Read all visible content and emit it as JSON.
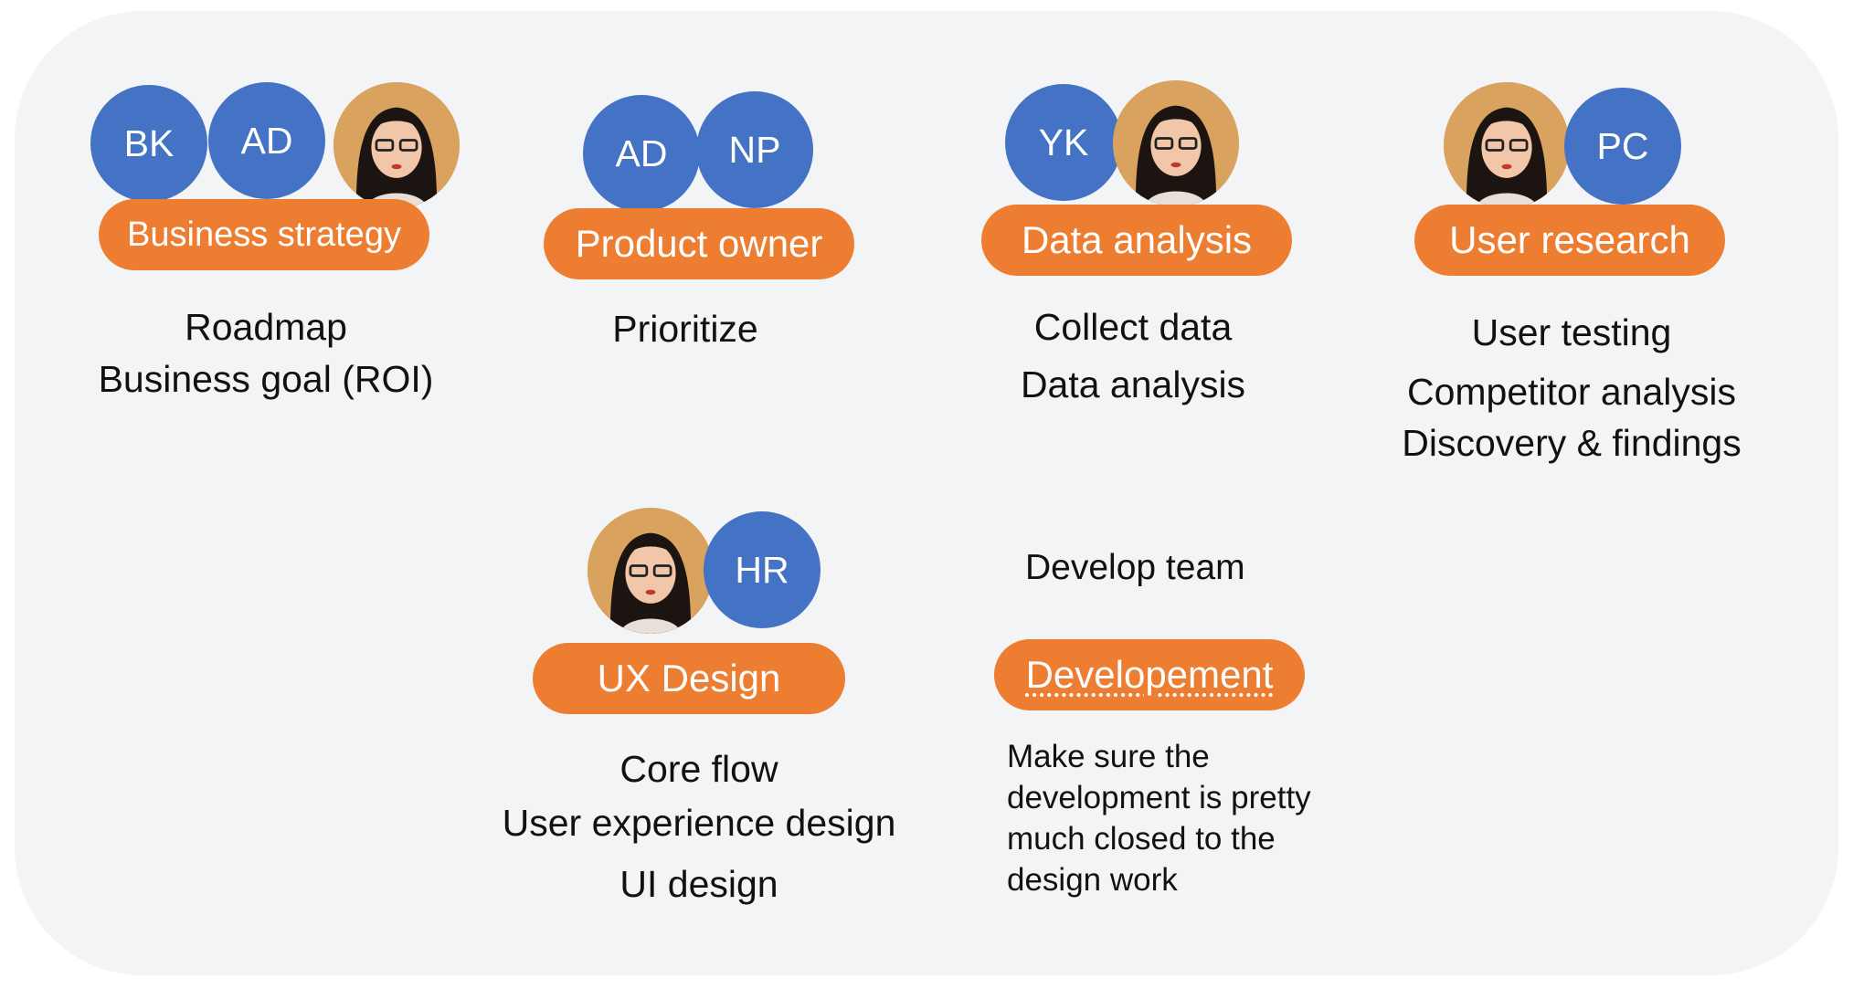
{
  "roles": [
    {
      "id": "business",
      "members": [
        "BK",
        "AD",
        "avatar"
      ],
      "label": "Business strategy",
      "tasks": [
        "Roadmap",
        "Business goal (ROI)"
      ]
    },
    {
      "id": "product",
      "members": [
        "AD",
        "NP"
      ],
      "label": "Product owner",
      "tasks": [
        "Prioritize"
      ]
    },
    {
      "id": "data",
      "members": [
        "YK",
        "avatar"
      ],
      "label": "Data analysis",
      "tasks": [
        "Collect data",
        "Data analysis"
      ]
    },
    {
      "id": "research",
      "members": [
        "avatar",
        "PC"
      ],
      "label": "User research",
      "tasks": [
        "User testing",
        "Competitor analysis",
        "Discovery & findings"
      ]
    },
    {
      "id": "ux",
      "members": [
        "avatar",
        "HR"
      ],
      "label": "UX Design",
      "tasks": [
        "Core flow",
        "User experience design",
        "UI design"
      ]
    },
    {
      "id": "dev",
      "team_title": "Develop team",
      "label": "Developement",
      "note": "Make sure the development is pretty much closed to the design work"
    }
  ],
  "colors": {
    "member_circle": "#4472c4",
    "role_pill": "#ed7d31",
    "panel": "#f3f4f6"
  }
}
